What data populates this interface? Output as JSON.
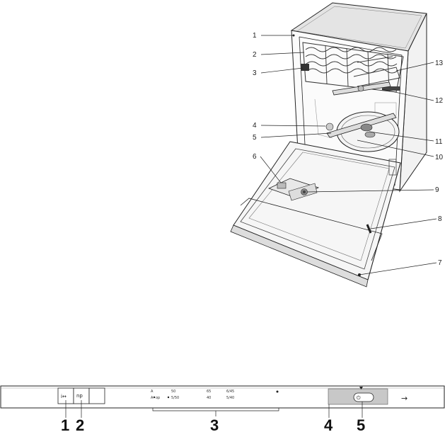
{
  "diagram": {
    "callouts": [
      "1",
      "2",
      "3",
      "4",
      "5",
      "6",
      "7",
      "8",
      "9",
      "10",
      "11",
      "12",
      "13"
    ],
    "panel_callouts": [
      "1",
      "2",
      "3",
      "4",
      "5"
    ],
    "panel": {
      "button1_label": "ⅰ↔",
      "button2_label": "np",
      "prog_a1": "A",
      "prog_a2": "A",
      "prog_a2_text": "op",
      "prog_b1": "50",
      "prog_b2": "5/50",
      "prog_c1": "65",
      "prog_c2": "40",
      "prog_d1": "6/45",
      "prog_d2": "5/40",
      "arrow_glyph": "→",
      "power_symbol": "⏻"
    }
  }
}
